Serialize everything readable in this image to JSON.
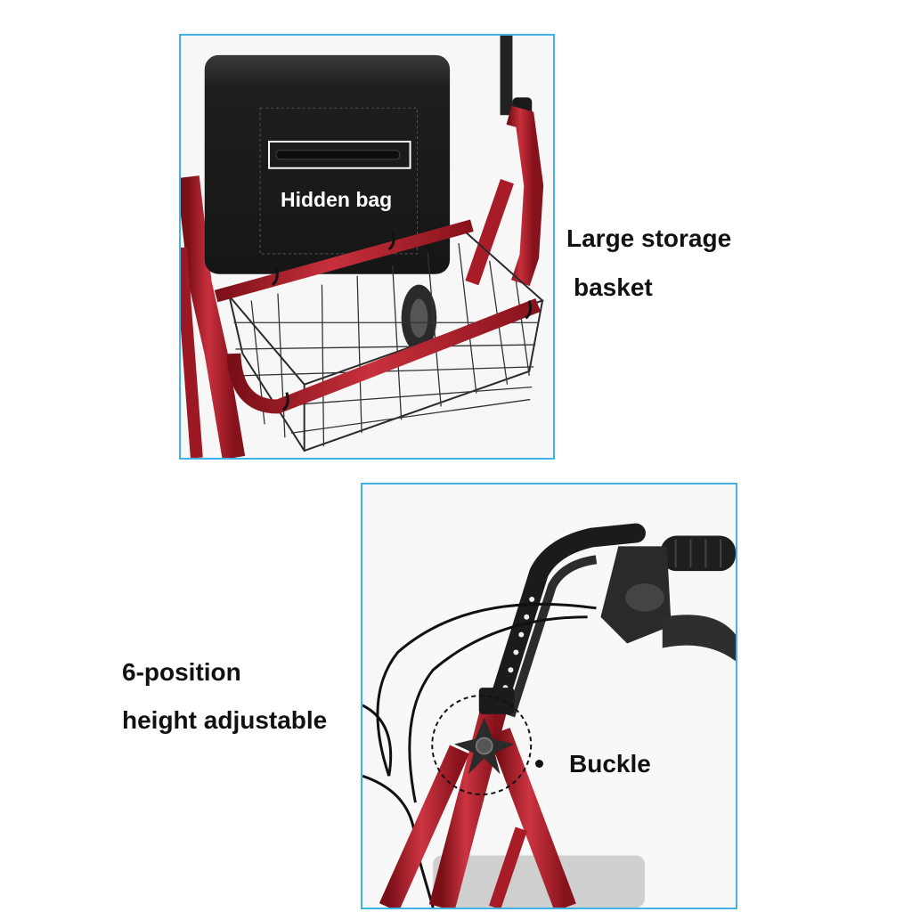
{
  "labels": {
    "hidden_bag": "Hidden bag",
    "storage_line1": "Large storage",
    "storage_line2": "basket",
    "height_line1": "6-position",
    "height_line2": "height adjustable",
    "buckle": "Buckle"
  },
  "colors": {
    "panel_border": "#3fb2e6",
    "frame_red": "#b4202c",
    "seat_black": "#1c1c1c",
    "text": "#111111"
  },
  "icons": {
    "bullet": "bullet-dot"
  }
}
